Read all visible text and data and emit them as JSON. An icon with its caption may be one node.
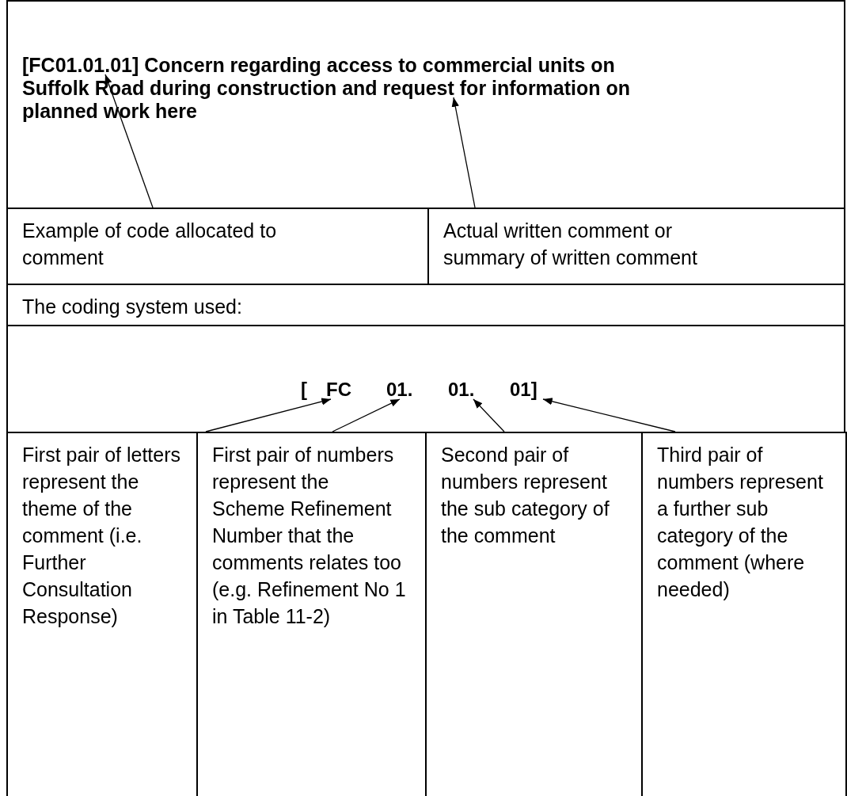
{
  "diagram": {
    "nodes": [
      {
        "text": [],
        "shape": "box"
      },
      {
        "text": [
          "[FC01.01.01]"
        ],
        "in": 0
      },
      {
        "text": [
          "Concern regarding access to commercial units on Suffolk Road during construction and request for information on planned work here"
        ],
        "in": 0
      },
      {
        "text": [
          "Example of code allocated to comment"
        ]
      },
      {
        "text": [
          "Actual written comment or summary of written comment"
        ]
      },
      {
        "text": [
          "The coding system used:"
        ]
      },
      {
        "text": [],
        "shape": "box"
      },
      {
        "text": [
          "["
        ],
        "in": 6
      },
      {
        "text": [
          "FC"
        ],
        "in": 6
      },
      {
        "text": [
          "01."
        ],
        "in": 6
      },
      {
        "text": [
          "01."
        ],
        "in": 6
      },
      {
        "text": [
          "01]"
        ],
        "in": 6
      },
      {
        "text": [
          "First pair of letters represent the theme of the comment (i.e. Further Consultation Response)"
        ]
      },
      {
        "text": [
          "First pair of numbers represent the Scheme Refinement Number that the comments relates too (e.g. Refinement No 1 in Table 11-2)"
        ]
      },
      {
        "text": [
          "Second pair of numbers represent the sub category of the comment"
        ]
      },
      {
        "text": [
          "Third pair of numbers represent a further sub category of the comment (where needed)"
        ]
      }
    ],
    "edges": [
      {
        "from": 3,
        "to": 1,
        "arrow": "to"
      },
      {
        "from": 4,
        "to": 2,
        "arrow": "to"
      },
      {
        "from": 12,
        "to": 8,
        "arrow": "to"
      },
      {
        "from": 13,
        "to": 9,
        "arrow": "to"
      },
      {
        "from": 14,
        "to": 10,
        "arrow": "to"
      },
      {
        "from": 15,
        "to": 11,
        "arrow": "to"
      }
    ]
  }
}
